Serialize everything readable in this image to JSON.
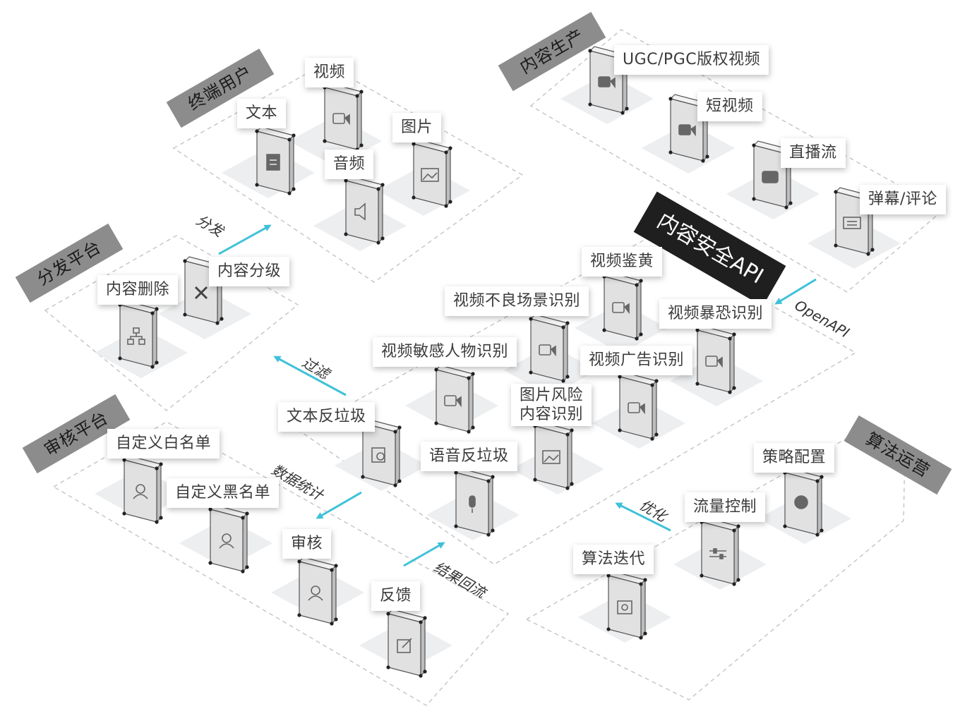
{
  "headers": {
    "terminal_users": "终端用户",
    "content_production": "内容生产",
    "distribution_platform": "分发平台",
    "review_platform": "审核平台",
    "algorithm_ops": "算法运营",
    "content_security_api": "内容安全API"
  },
  "terminal_users": {
    "text": "文本",
    "video": "视频",
    "image": "图片",
    "audio": "音频"
  },
  "content_production": {
    "ugc_pgc": "UGC/PGC版权视频",
    "short_video": "短视频",
    "live_stream": "直播流",
    "danmaku": "弹幕/评论"
  },
  "distribution": {
    "delete": "内容删除",
    "grading": "内容分级"
  },
  "security": {
    "porn": "视频鉴黄",
    "bad_scene": "视频不良场景识别",
    "terror": "视频暴恐识别",
    "sensitive_person": "视频敏感人物识别",
    "ad": "视频广告识别",
    "image_risk_line1": "图片风险",
    "image_risk_line2": "内容识别",
    "text_spam": "文本反垃圾",
    "voice_spam": "语音反垃圾"
  },
  "review": {
    "whitelist": "自定义白名单",
    "blacklist": "自定义黑名单",
    "audit": "审核",
    "feedback": "反馈"
  },
  "algorithm": {
    "strategy": "策略配置",
    "traffic": "流量控制",
    "iteration": "算法迭代"
  },
  "flows": {
    "distribute": "分发",
    "filter": "过滤",
    "openapi": "OpenAPI",
    "statistics": "数据统计",
    "result_back": "结果回流",
    "optimize": "优化"
  },
  "colors": {
    "arrow": "#3fc1d9",
    "header_bg": "#8c8c8c",
    "api_header_bg": "#1f1f1f",
    "dashed": "#c4c4c4",
    "shadow": "#eceef0",
    "box_face": "#e1e1e1"
  }
}
